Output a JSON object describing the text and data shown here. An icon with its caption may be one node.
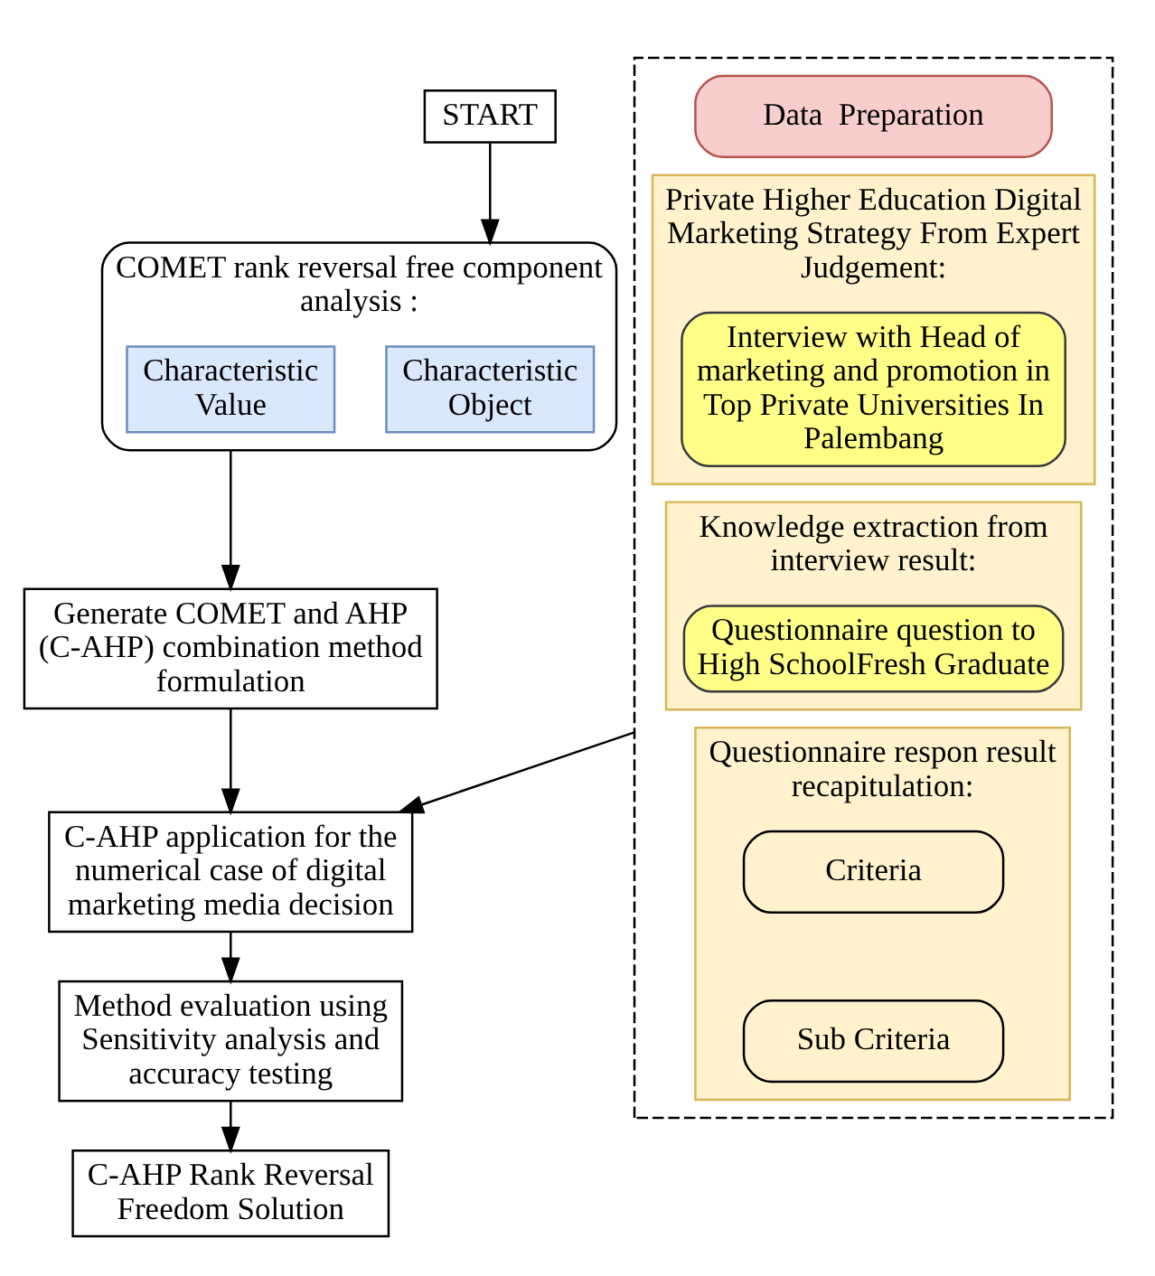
{
  "diagram": {
    "nodes": [
      {
        "text": [
          "START"
        ]
      },
      {
        "text": [
          "COMET rank reversal free component analysis :"
        ]
      },
      {
        "text": [
          "Characteristic Object"
        ],
        "in": 1
      },
      {
        "text": [
          "Characteristic Value"
        ],
        "in": 1
      },
      {
        "text": [
          "Generate COMET and AHP (C-AHP) combination method formulation"
        ]
      },
      {
        "text": [
          "C-AHP application for the numerical case of digital marketing media decision"
        ]
      },
      {
        "text": [
          "Method evaluation using Sensitivity analysis and accuracy testing"
        ]
      },
      {
        "text": [
          "C-AHP Rank Reversal Freedom Solution"
        ]
      },
      {
        "text": [],
        "shape": "box"
      },
      {
        "text": [
          "Data  Preparation"
        ],
        "in": 8
      },
      {
        "text": [
          "Private Higher Education Digital Marketing Strategy From Expert Judgement:"
        ],
        "in": 8
      },
      {
        "text": [
          "Interview with Head of marketing and promotion in Top Private Universities In Palembang"
        ],
        "in": 10
      },
      {
        "text": [
          "Knowledge extraction from interview result:"
        ],
        "in": 8
      },
      {
        "text": [
          "Questionnaire question to High SchoolFresh Graduate"
        ],
        "in": 12
      },
      {
        "text": [
          "Questionnaire respon result recapitulation:"
        ],
        "in": 8
      },
      {
        "text": [
          "Criteria"
        ],
        "in": 14
      },
      {
        "text": [
          "Sub Criteria"
        ],
        "in": 14
      }
    ],
    "edges": [
      {
        "from": 0,
        "to": 1,
        "arrow": "to"
      },
      {
        "from": 1,
        "to": 4,
        "arrow": "to"
      },
      {
        "from": 4,
        "to": 5,
        "arrow": "to"
      },
      {
        "from": 5,
        "to": 6,
        "arrow": "to"
      },
      {
        "from": 6,
        "to": 7,
        "arrow": "to"
      },
      {
        "from": 8,
        "to": 5,
        "arrow": "to"
      }
    ]
  }
}
